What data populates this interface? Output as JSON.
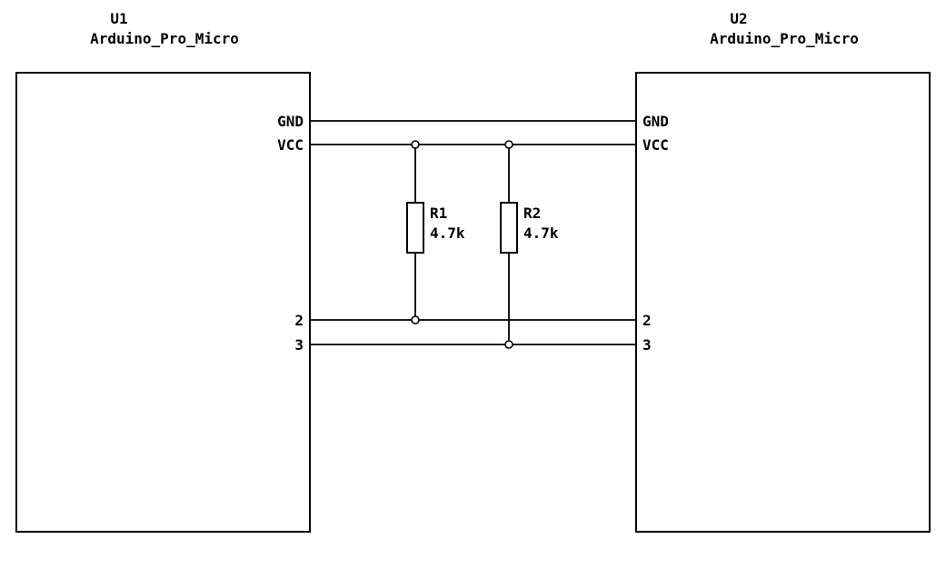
{
  "schematic": {
    "colors": {
      "background": "#FFFFFF",
      "line": "#000000",
      "text": "#000000"
    },
    "components": [
      {
        "ref": "U1",
        "value": "Arduino_Pro_Micro",
        "pins": [
          "GND",
          "VCC",
          "2",
          "3"
        ]
      },
      {
        "ref": "U2",
        "value": "Arduino_Pro_Micro",
        "pins": [
          "GND",
          "VCC",
          "2",
          "3"
        ]
      }
    ],
    "resistors": [
      {
        "ref": "R1",
        "value": "4.7k"
      },
      {
        "ref": "R2",
        "value": "4.7k"
      }
    ]
  }
}
